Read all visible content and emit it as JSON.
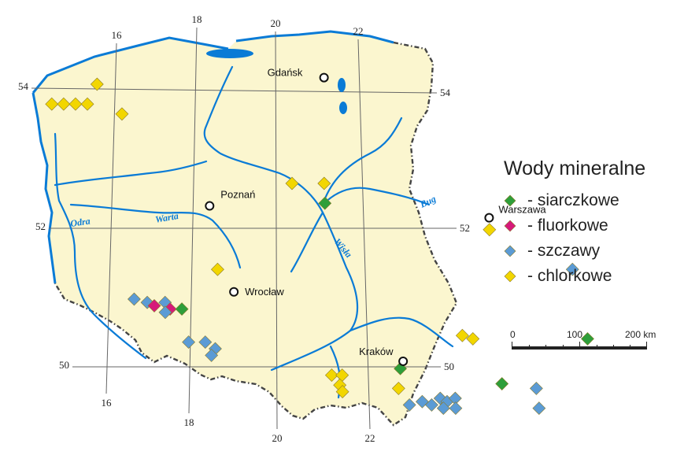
{
  "legend": {
    "title": "Wody mineralne",
    "items": [
      {
        "key": "siarczkowe",
        "label": "- siarczkowe",
        "color": "#2e9e3a"
      },
      {
        "key": "fluorkowe",
        "label": "- fluorkowe",
        "color": "#d6197a"
      },
      {
        "key": "szczawy",
        "label": "- szczawy",
        "color": "#5b9bd5"
      },
      {
        "key": "chlorkowe",
        "label": "- chlorkowe",
        "color": "#f2d600"
      }
    ]
  },
  "scale": {
    "labels": [
      "0",
      "100",
      "200 km"
    ]
  },
  "graticule": {
    "meridians": [
      16,
      18,
      20,
      22
    ],
    "parallels": [
      54,
      52,
      50
    ],
    "meridian_labels_top": [
      "16",
      "18",
      "20",
      "22"
    ],
    "meridian_labels_bottom": [
      "16",
      "18",
      "20",
      "22"
    ],
    "parallel_labels_left": [
      "54",
      "52",
      "50"
    ],
    "parallel_labels_right": [
      "54",
      "52",
      "50"
    ]
  },
  "cities": [
    {
      "name": "Gdańsk",
      "lon": 18.65,
      "lat": 54.35
    },
    {
      "name": "Poznań",
      "lon": 16.93,
      "lat": 52.41
    },
    {
      "name": "Warszawa",
      "lon": 21.01,
      "lat": 52.23
    },
    {
      "name": "Wrocław",
      "lon": 17.04,
      "lat": 51.11
    },
    {
      "name": "Kraków",
      "lon": 19.94,
      "lat": 50.06
    }
  ],
  "rivers": [
    {
      "name": "Odra"
    },
    {
      "name": "Warta"
    },
    {
      "name": "Wisła"
    },
    {
      "name": "Bug"
    }
  ],
  "colors": {
    "land": "#fbf6cf",
    "water": "#0a7bd6",
    "grid": "#666666",
    "border": "#444444",
    "background": "#ffffff"
  },
  "springs": [
    {
      "type": "chlorkowe",
      "lon": 15.2,
      "lat": 53.95
    },
    {
      "type": "chlorkowe",
      "lon": 15.35,
      "lat": 53.95
    },
    {
      "type": "chlorkowe",
      "lon": 15.5,
      "lat": 53.95
    },
    {
      "type": "chlorkowe",
      "lon": 15.65,
      "lat": 53.95
    },
    {
      "type": "chlorkowe",
      "lon": 15.85,
      "lat": 54.25
    },
    {
      "type": "chlorkowe",
      "lon": 16.05,
      "lat": 53.8
    },
    {
      "type": "chlorkowe",
      "lon": 18.15,
      "lat": 52.75
    },
    {
      "type": "chlorkowe",
      "lon": 18.6,
      "lat": 52.75
    },
    {
      "type": "siarczkowe",
      "lon": 18.6,
      "lat": 52.45
    },
    {
      "type": "chlorkowe",
      "lon": 16.85,
      "lat": 51.45
    },
    {
      "type": "chlorkowe",
      "lon": 21.05,
      "lat": 52.05
    },
    {
      "type": "szczawy",
      "lon": 22.5,
      "lat": 51.45
    },
    {
      "type": "szczawy",
      "lon": 15.35,
      "lat": 51.0
    },
    {
      "type": "szczawy",
      "lon": 15.55,
      "lat": 50.95
    },
    {
      "type": "fluorkowe",
      "lon": 15.65,
      "lat": 50.9
    },
    {
      "type": "szczawy",
      "lon": 15.85,
      "lat": 50.95
    },
    {
      "type": "fluorkowe",
      "lon": 15.9,
      "lat": 50.85
    },
    {
      "type": "szczawy",
      "lon": 15.8,
      "lat": 50.8
    },
    {
      "type": "siarczkowe",
      "lon": 16.1,
      "lat": 50.85
    },
    {
      "type": "szczawy",
      "lon": 16.05,
      "lat": 50.35
    },
    {
      "type": "szczawy",
      "lon": 16.35,
      "lat": 50.35
    },
    {
      "type": "szczawy",
      "lon": 16.5,
      "lat": 50.25
    },
    {
      "type": "szczawy",
      "lon": 16.4,
      "lat": 50.15
    },
    {
      "type": "chlorkowe",
      "lon": 18.6,
      "lat": 49.85
    },
    {
      "type": "chlorkowe",
      "lon": 18.8,
      "lat": 49.85
    },
    {
      "type": "chlorkowe",
      "lon": 18.75,
      "lat": 49.7
    },
    {
      "type": "chlorkowe",
      "lon": 18.8,
      "lat": 49.6
    },
    {
      "type": "siarczkowe",
      "lon": 19.9,
      "lat": 49.95
    },
    {
      "type": "chlorkowe",
      "lon": 19.9,
      "lat": 49.65
    },
    {
      "type": "chlorkowe",
      "lon": 20.95,
      "lat": 50.45
    },
    {
      "type": "chlorkowe",
      "lon": 21.15,
      "lat": 50.4
    },
    {
      "type": "siarczkowe",
      "lon": 23.2,
      "lat": 50.4
    },
    {
      "type": "siarczkowe",
      "lon": 21.9,
      "lat": 49.72
    },
    {
      "type": "szczawy",
      "lon": 20.15,
      "lat": 49.4
    },
    {
      "type": "szczawy",
      "lon": 20.4,
      "lat": 49.45
    },
    {
      "type": "szczawy",
      "lon": 20.6,
      "lat": 49.4
    },
    {
      "type": "szczawy",
      "lon": 20.75,
      "lat": 49.5
    },
    {
      "type": "szczawy",
      "lon": 20.9,
      "lat": 49.45
    },
    {
      "type": "szczawy",
      "lon": 21.05,
      "lat": 49.5
    },
    {
      "type": "szczawy",
      "lon": 20.85,
      "lat": 49.35
    },
    {
      "type": "szczawy",
      "lon": 21.1,
      "lat": 49.35
    },
    {
      "type": "szczawy",
      "lon": 22.6,
      "lat": 49.65
    },
    {
      "type": "szczawy",
      "lon": 22.8,
      "lat": 49.35
    }
  ]
}
